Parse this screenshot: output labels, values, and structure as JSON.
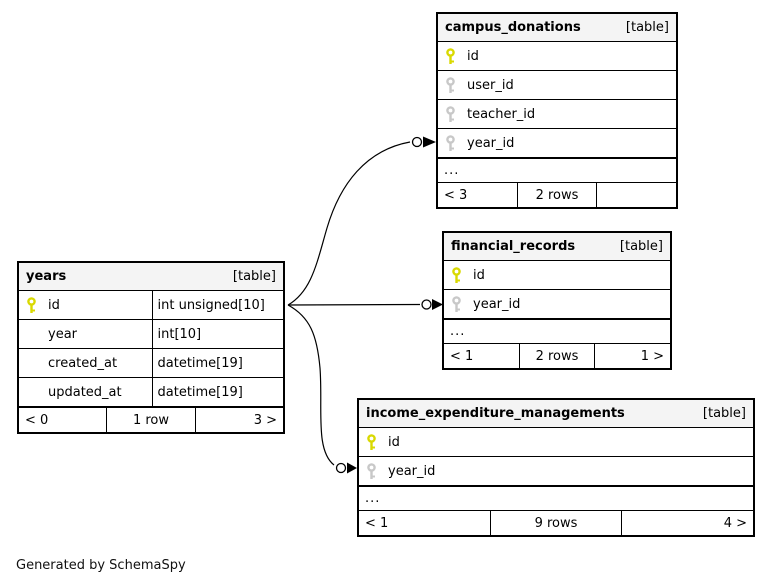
{
  "credit": "Generated by SchemaSpy",
  "colors": {
    "header_bg": "#f4f4f4",
    "border": "#000000",
    "primary_key": "#d9d900",
    "foreign_key": "#c8c8c8"
  },
  "icons": {
    "primary_key": "key-icon",
    "foreign_key": "key-icon"
  },
  "tables": [
    {
      "name": "years",
      "badge": "[table]",
      "columns": [
        {
          "name": "id",
          "key": "primary",
          "type": "int unsigned[10]"
        },
        {
          "name": "year",
          "key": "none",
          "type": "int[10]"
        },
        {
          "name": "created_at",
          "key": "none",
          "type": "datetime[19]"
        },
        {
          "name": "updated_at",
          "key": "none",
          "type": "datetime[19]"
        }
      ],
      "footer": {
        "left": "< 0",
        "center": "1 row",
        "right": "3 >"
      }
    },
    {
      "name": "campus_donations",
      "badge": "[table]",
      "columns": [
        {
          "name": "id",
          "key": "primary"
        },
        {
          "name": "user_id",
          "key": "foreign"
        },
        {
          "name": "teacher_id",
          "key": "foreign"
        },
        {
          "name": "year_id",
          "key": "foreign"
        }
      ],
      "ellipsis": "...",
      "footer": {
        "left": "< 3",
        "center": "2 rows",
        "right": ""
      }
    },
    {
      "name": "financial_records",
      "badge": "[table]",
      "columns": [
        {
          "name": "id",
          "key": "primary"
        },
        {
          "name": "year_id",
          "key": "foreign"
        }
      ],
      "ellipsis": "...",
      "footer": {
        "left": "< 1",
        "center": "2 rows",
        "right": "1 >"
      }
    },
    {
      "name": "income_expenditure_managements",
      "badge": "[table]",
      "columns": [
        {
          "name": "id",
          "key": "primary"
        },
        {
          "name": "year_id",
          "key": "foreign"
        }
      ],
      "ellipsis": "...",
      "footer": {
        "left": "< 1",
        "center": "9 rows",
        "right": "4 >"
      }
    }
  ],
  "relationships": [
    {
      "from": "years.id",
      "to": "campus_donations.year_id"
    },
    {
      "from": "years.id",
      "to": "financial_records.year_id"
    },
    {
      "from": "years.id",
      "to": "income_expenditure_managements.year_id"
    }
  ]
}
